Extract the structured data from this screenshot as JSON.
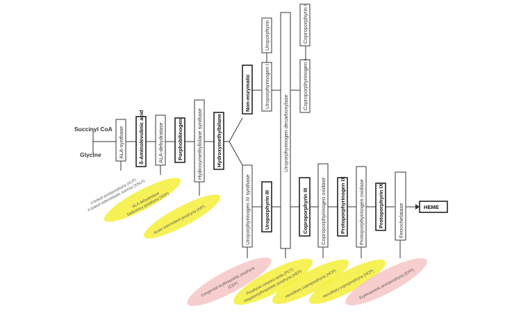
{
  "substrates": {
    "succinyl_coa": "Succinyl CoA",
    "glycine": "Glycine"
  },
  "steps": {
    "ala_synthase": "ALA-synthase",
    "ala": "δ-Aminolevulinic acid",
    "ala_dehydratase": "ALA-dehydratase",
    "porphobilinogen": "Porphobilinogen",
    "hmb_synthase": "Hydroxymethylbilane synthase",
    "hydroxymethylbilane": "Hydroxymethylbilane",
    "non_enzymatic": "Non-enzymatic",
    "uroporphyrinogen_i": "Uroporphyrinogen I",
    "uroporphyrin_i": "Uroporphyrin I",
    "uro_decarboxylase": "Uroporphyrinogen decarboxylase",
    "coproporphyrinogen_i": "Coproporphyrinogen I",
    "coproporphyrin_i": "Coproporphyrin I",
    "uro_iii_synthase": "Uroporphyrinogen III synthase",
    "uroporphyrin_iii": "Uroporphyrin III",
    "coproporphyrin_iii": "Coproporphyrin III",
    "copro_oxidase": "Coproporphyrinogen oxidase",
    "protoporphyrinogen_ix": "Protoporphyrinogen IX",
    "proto_oxidase": "Protoporphyrinogen oxidase",
    "protoporphyrin_ix": "Protoporphyrin IX",
    "ferrochelatase": "Ferrochelatase",
    "heme": "HEME"
  },
  "diseases": {
    "xlp_line1": "X-linked protoporphyria (XLP)",
    "xlp_line2": "X-linked sideroblastic anemia (XSLA)",
    "adp_line1": "ALA-dehydratase",
    "adp_line2": "Deficiency porphyria (ADP)",
    "aip": "Acute intermittent porphyria (AIP)",
    "cep_line1": "Congenital erythropoietic porphyria",
    "cep_line2": "(CEP)",
    "pct_line1": "Porphyria cutanea tarda (PCT)",
    "pct_line2": "Hepatoerythropoietic porphyria (HEP)",
    "hcp": "Hereditary coproporphyria (HCP)",
    "vp": "Hereditary coproporphyria (HCP)",
    "epp": "Erythropoietic protoporphyria (EPP)"
  },
  "colors": {
    "hepatic": "#f5ee3a",
    "erythropoietic": "#f6c6c6",
    "line": "#333333"
  }
}
